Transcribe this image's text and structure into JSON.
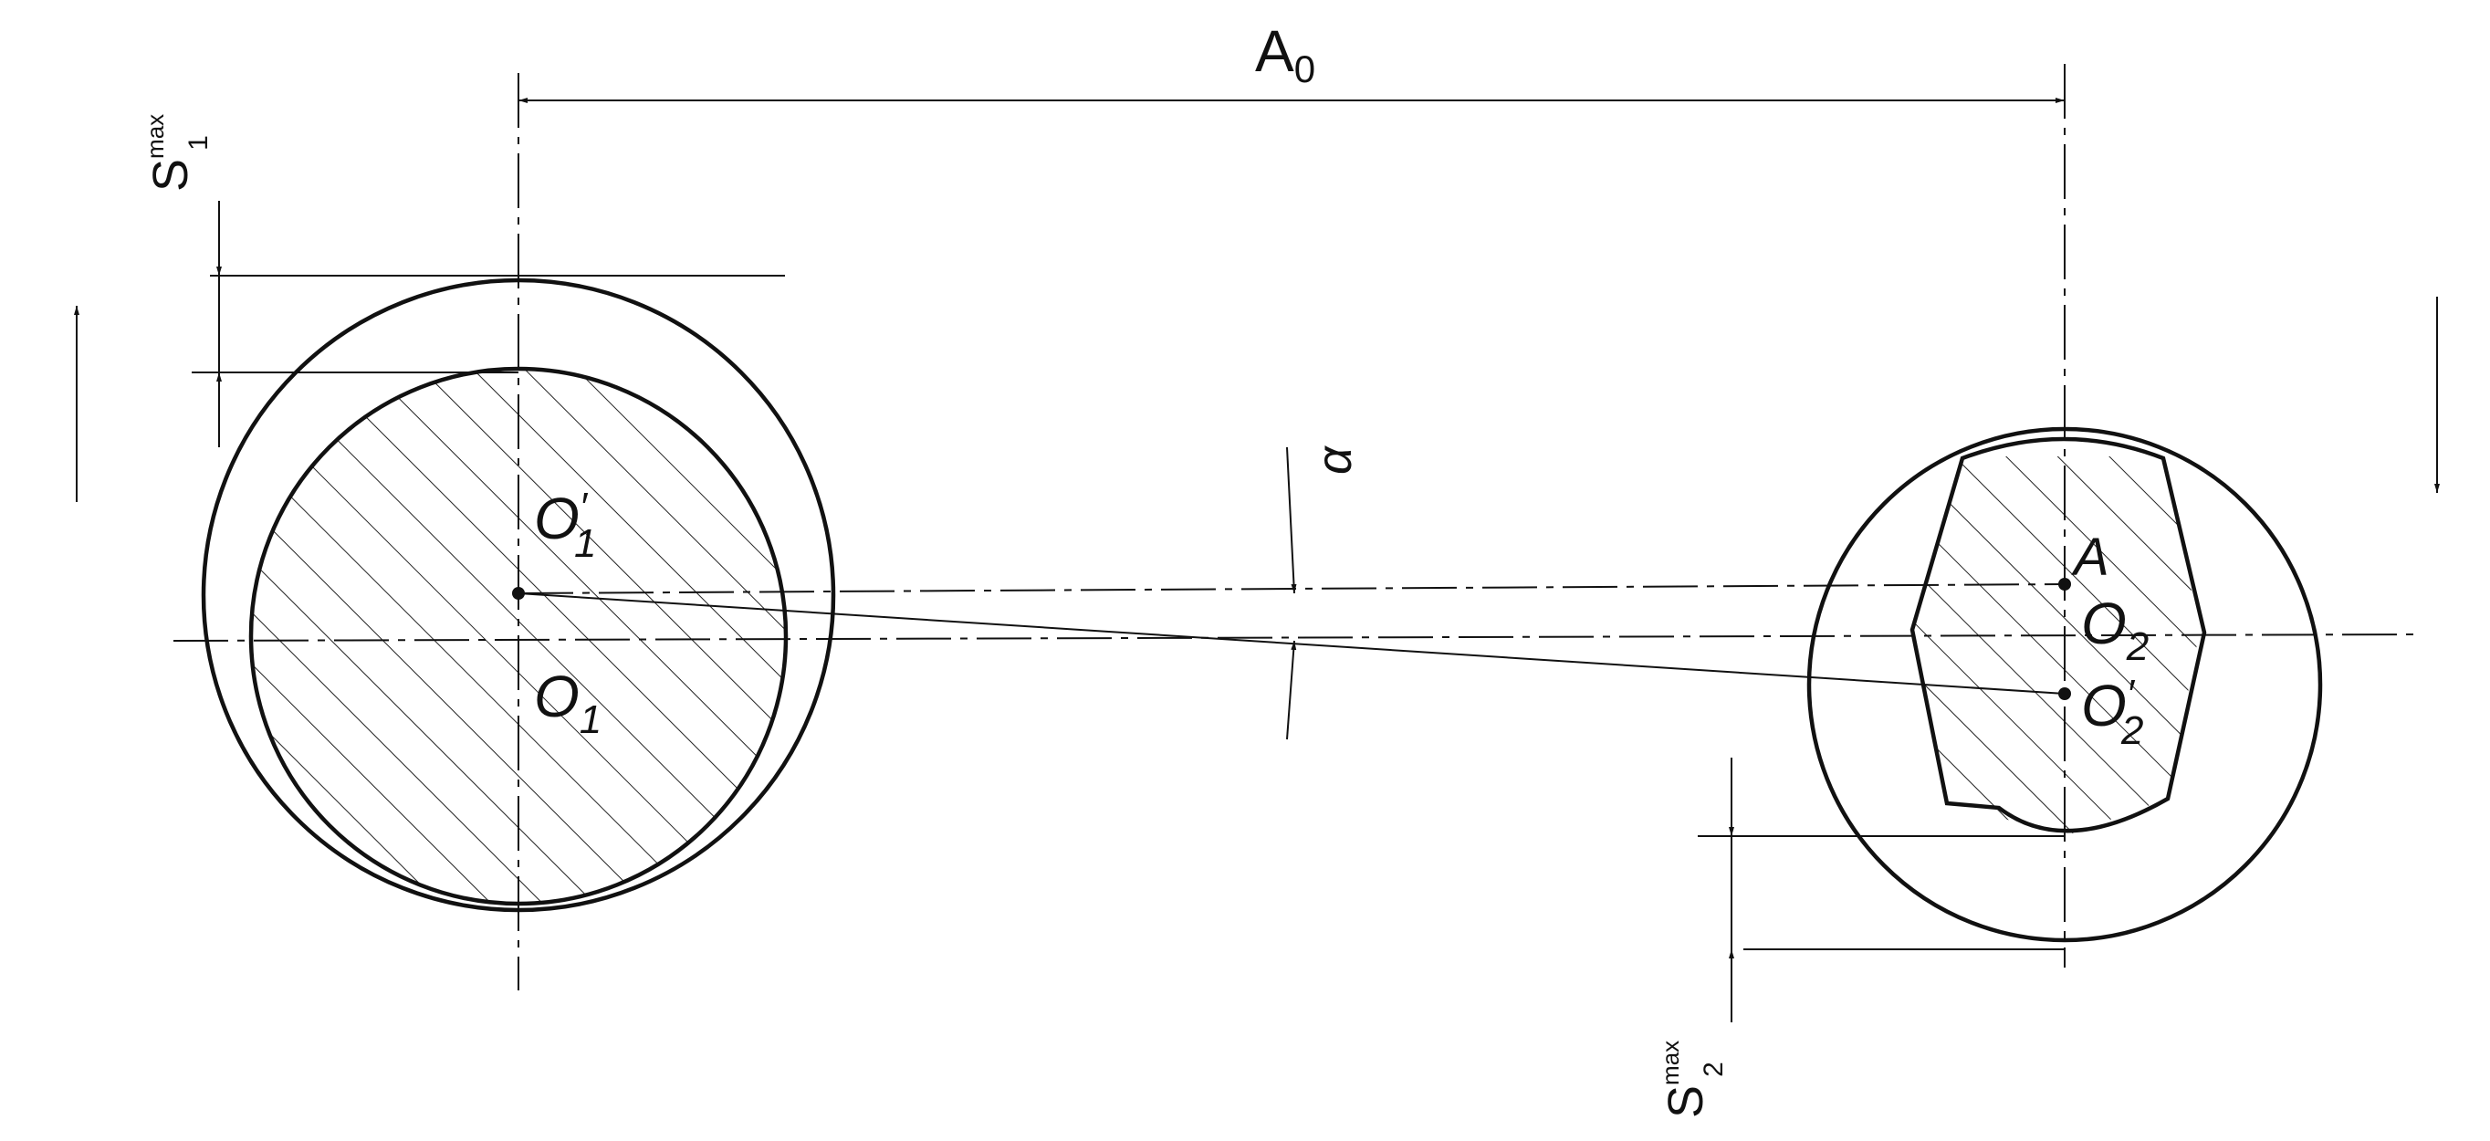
{
  "labels": {
    "center_distance": "A",
    "center_distance_sub": "0",
    "gear1_center": "O",
    "gear1_center_sub": "1",
    "gear1_center_shifted": "O",
    "gear1_center_shifted_sub": "1",
    "gear1_center_shifted_mark": "′",
    "gear2_center": "O",
    "gear2_center_sub": "2",
    "gear2_center_shifted": "O",
    "gear2_center_shifted_sub": "2",
    "gear2_center_shifted_mark": "′",
    "point_a": "A",
    "angle": "α",
    "clearance1": "S",
    "clearance1_sup": "max",
    "clearance1_sub": "1",
    "clearance2": "S",
    "clearance2_sup": "max",
    "clearance2_sub": "2"
  },
  "colors": {
    "line": "#111111",
    "hatch": "#222222",
    "background": "#ffffff"
  }
}
